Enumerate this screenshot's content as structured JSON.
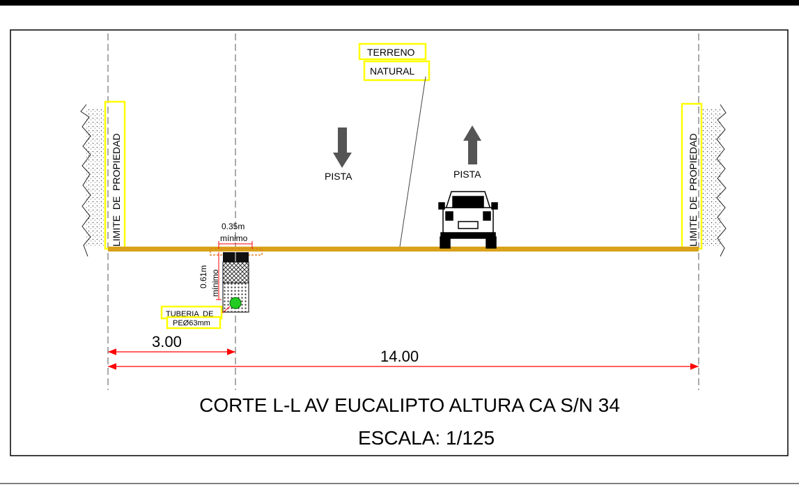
{
  "drawing": {
    "title": "CORTE L-L AV EUCALIPTO ALTURA CA S/N 34",
    "scale": "ESCALA: 1/125",
    "terrain_label_line1": "TERRENO",
    "terrain_label_line2": "NATURAL",
    "property_limit_left": "LIMITE  DE  PROPIEDAD",
    "property_limit_right": "LIMITE  DE  PROPIEDAD",
    "lane_left": "PISTA",
    "lane_right": "PISTA",
    "trench_width_value": "0.35m",
    "trench_width_note": "mínimo",
    "trench_depth_value": "0.61m",
    "trench_depth_note": "mínimo",
    "pipe_label_line1": "TUBERIA  DE",
    "pipe_label_line2": "PEØ63mm",
    "dim_left": "3.00",
    "dim_total": "14.00"
  },
  "colors": {
    "road": "#d9a21a",
    "dimension": "#ff0000",
    "highlight": "#ffff00",
    "pipe": "#22cc22",
    "trench_edge": "#e08020"
  }
}
